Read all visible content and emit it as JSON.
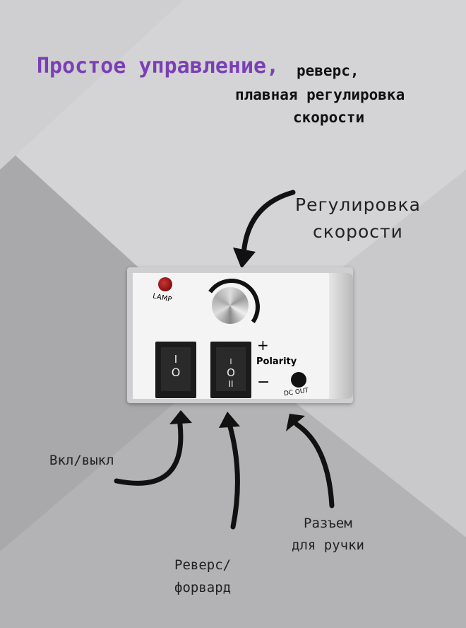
{
  "heading": {
    "highlight": "Простое управление,",
    "line1_rest": "реверс,",
    "line2": "плавная регулировка",
    "line3": "скорости"
  },
  "callouts": {
    "speed": [
      "Регулировка",
      "скорости"
    ],
    "power": "Вкл/выкл",
    "reverse": [
      "Реверс/",
      "форвард"
    ],
    "connector": [
      "Разъем",
      "для ручки"
    ]
  },
  "device": {
    "lamp_label": "LAMP",
    "switch1_top": "I",
    "switch1_bottom": "O",
    "switch2_top": "I",
    "switch2_mid": "O",
    "switch2_bottom": "II",
    "plus": "+",
    "polarity": "Polarity",
    "minus": "−",
    "dc_out": "DC OUT"
  },
  "colors": {
    "accent": "#7b3fb5"
  }
}
